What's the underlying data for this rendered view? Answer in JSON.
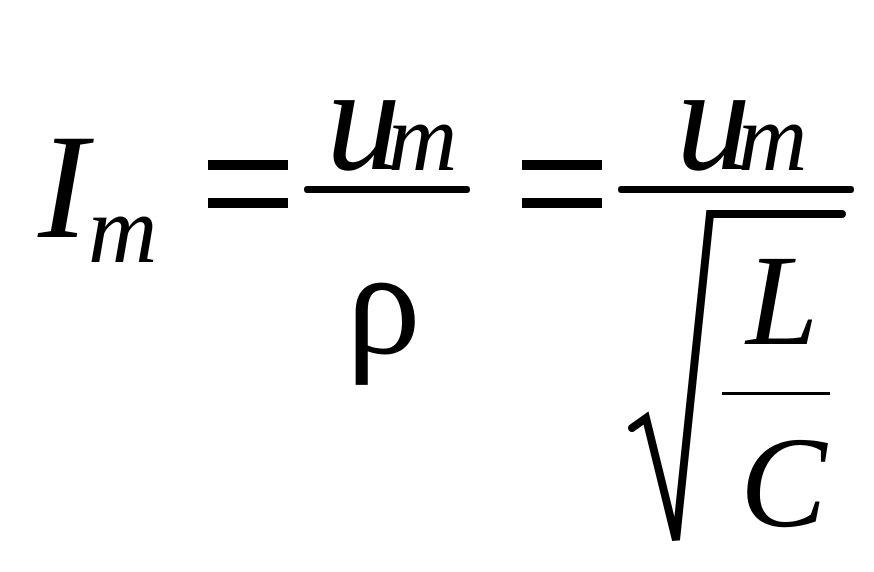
{
  "formula": {
    "lhs": {
      "base": "I",
      "subscript": "m"
    },
    "equals_symbol": "=",
    "fraction1": {
      "numerator": {
        "base": "u",
        "subscript": "m"
      },
      "denominator": "ρ"
    },
    "fraction2": {
      "numerator": {
        "base": "u",
        "subscript": "m"
      },
      "denominator": {
        "radicand": {
          "numerator": "L",
          "denominator": "C"
        }
      }
    }
  }
}
